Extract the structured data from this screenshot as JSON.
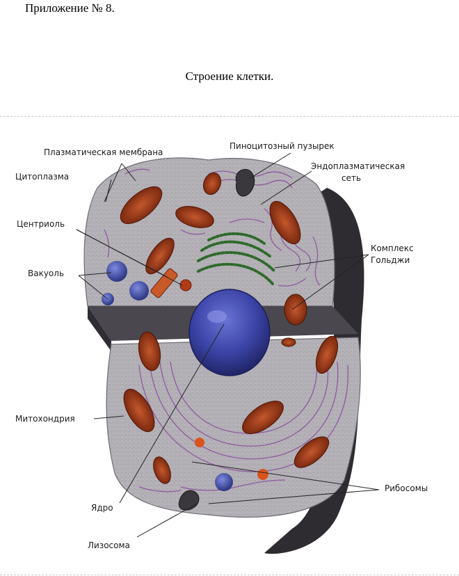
{
  "page": {
    "appendix": "Приложение № 8.",
    "title": "Строение клетки."
  },
  "labels": {
    "plasma_membrane": "Плазматическая мембрана",
    "pinocytic_vesicle": "Пиноцитозный пузырек",
    "er_line1": "Эндоплазматическая",
    "er_line2": "сеть",
    "cytoplasm": "Цитоплазма",
    "centriole": "Центриоль",
    "golgi_line1": "Комплекс",
    "golgi_line2": "Гольджи",
    "vacuole": "Вакуоль",
    "mitochondrion": "Митохондрия",
    "ribosomes": "Рибосомы",
    "nucleus": "Ядро",
    "lysosome": "Лизосома"
  },
  "colors": {
    "cytoplasm": "#b3b0b6",
    "shadow": "#2e2c31",
    "mitochondria": "#8a2e12",
    "mitochondria_inner": "#c4582c",
    "nucleus": "#3b44a6",
    "vacuole": "#3d4aa8",
    "golgi": "#2f6a2a",
    "er": "#8a4aa0",
    "lysosome": "#d9541c",
    "leader": "#222222"
  }
}
